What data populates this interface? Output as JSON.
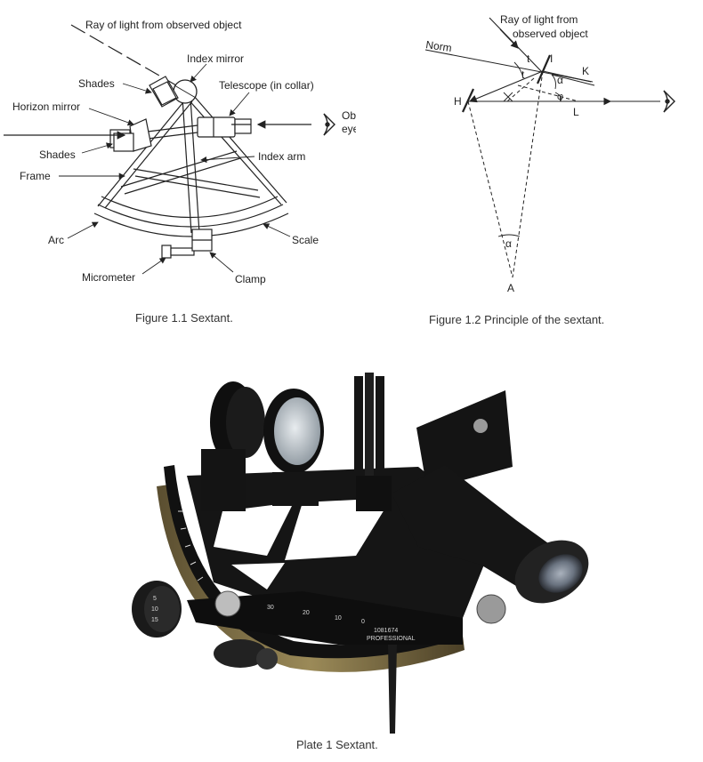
{
  "figure_1_1": {
    "caption": "Figure 1.1 Sextant.",
    "labels": {
      "ray": "Ray of light from observed object",
      "index_mirror": "Index mirror",
      "shades_top": "Shades",
      "telescope": "Telescope (in collar)",
      "horizon_mirror": "Horizon mirror",
      "observer_line1": "Observer's",
      "observer_line2": "eye",
      "shades_bottom": "Shades",
      "index_arm": "Index arm",
      "frame": "Frame",
      "arc": "Arc",
      "scale": "Scale",
      "micrometer": "Micrometer",
      "clamp": "Clamp"
    }
  },
  "figure_1_2": {
    "caption": "Figure 1.2 Principle of the sextant.",
    "labels": {
      "ray_line1": "Ray of light from",
      "ray_line2": "observed object",
      "norm": "Norm",
      "point_I": "I",
      "point_K": "K",
      "point_H": "H",
      "point_L": "L",
      "point_A": "A",
      "angle_t1": "t",
      "angle_t2": "t",
      "angle_alpha1": "α",
      "angle_alpha2": "α",
      "angle_phi": "φ"
    }
  },
  "plate_1": {
    "caption": "Plate 1 Sextant.",
    "engraving_line1": "1081674",
    "engraving_line2": "PROFESSIONAL",
    "micrometer_numbers": [
      "5",
      "10",
      "15"
    ],
    "arc_scale_numbers": [
      "0",
      "10",
      "20",
      "30"
    ]
  },
  "colors": {
    "line": "#222222",
    "instrument_black": "#141414",
    "brass": "#8a7a4e"
  }
}
